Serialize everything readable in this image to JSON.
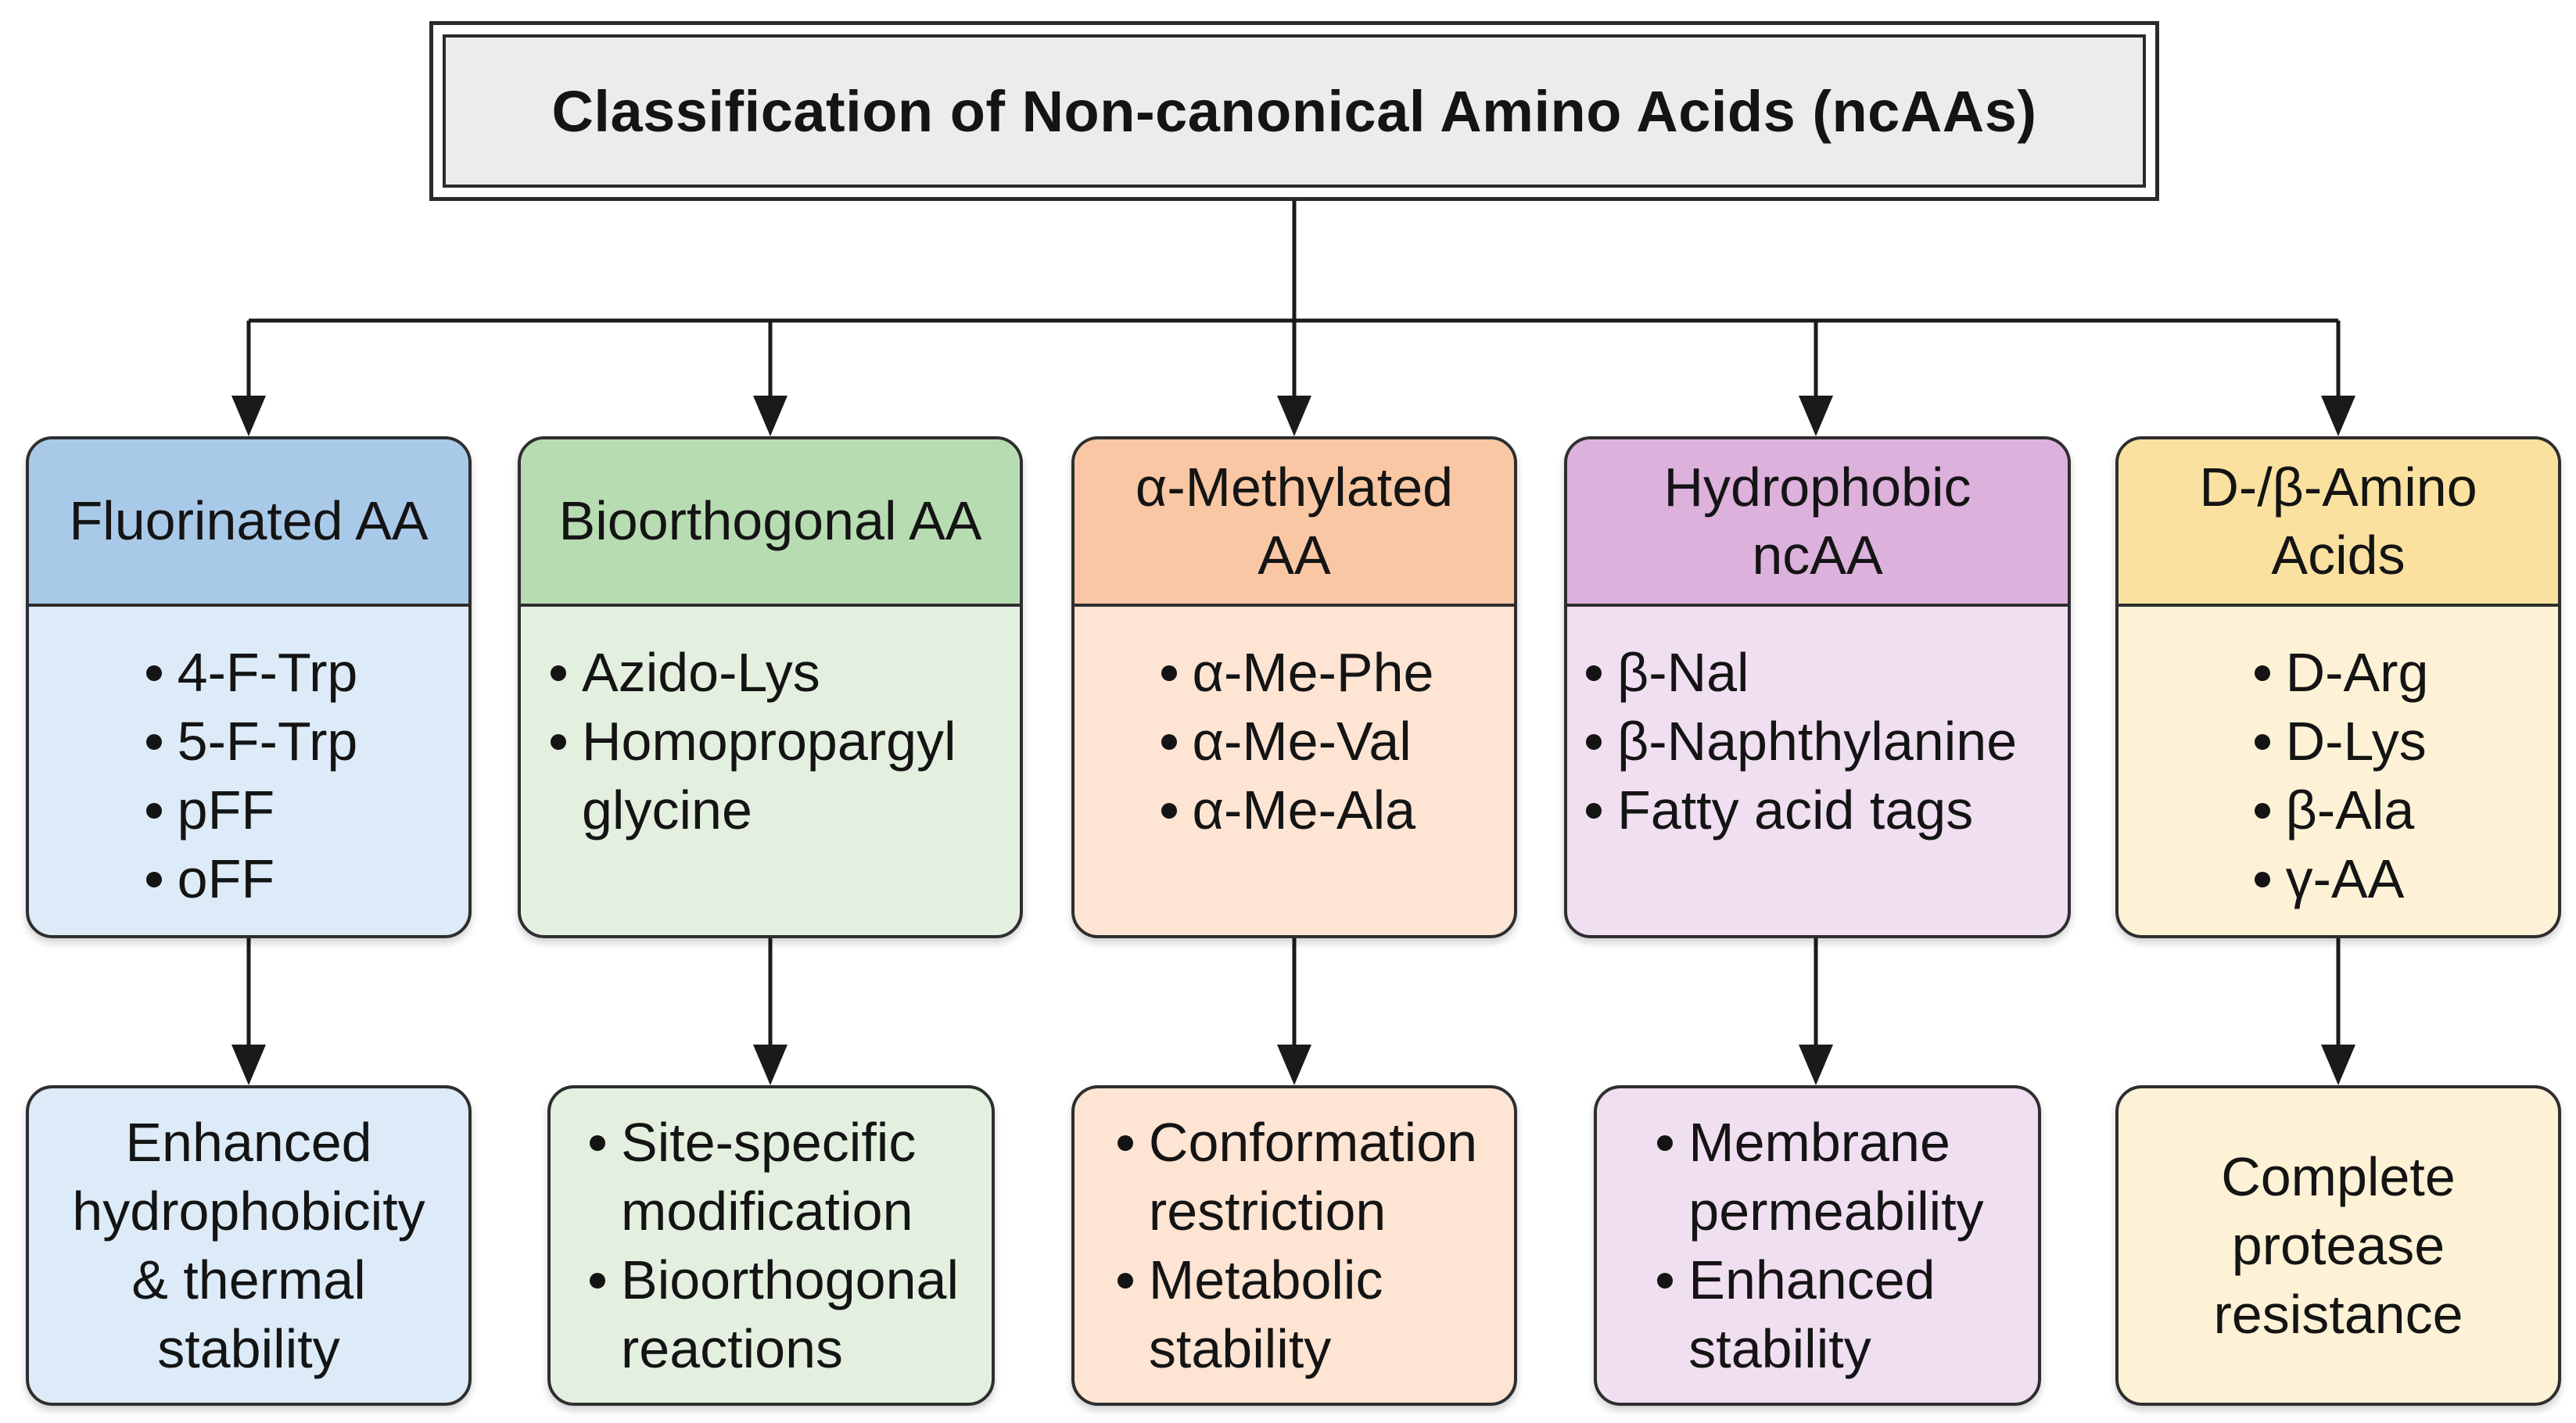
{
  "title": "Classification of Non-canonical Amino Acids (ncAAs)",
  "colors": {
    "line": "#1a1a1a",
    "blue_head": "#a9c9e8",
    "blue_fill": "#dcebf7",
    "green_head": "#b8dcb2",
    "green_fill": "#e3f0e0",
    "orange_head": "#f9c7a3",
    "orange_fill": "#fde4d3",
    "purple_head": "#dcb1dc",
    "purple_fill": "#f0def1",
    "yellow_head": "#fbe1a0",
    "yellow_fill": "#fdf2d6"
  },
  "categories": [
    {
      "title_lines": [
        "Fluorinated AA"
      ],
      "items": [
        "4-F-Trp",
        "5-F-Trp",
        "pFF",
        "oFF"
      ],
      "outcome": {
        "lines": [
          "Enhanced",
          "hydrophobicity",
          "& thermal",
          "stability"
        ]
      }
    },
    {
      "title_lines": [
        "Bioorthogonal AA"
      ],
      "items": [
        [
          "Azido-Lys"
        ],
        [
          "Homopropargyl",
          "glycine"
        ]
      ],
      "outcome": {
        "bullets": [
          [
            "Site-specific",
            "modification"
          ],
          [
            "Bioorthogonal",
            "reactions"
          ]
        ]
      }
    },
    {
      "title_lines": [
        "α-Methylated",
        "AA"
      ],
      "items": [
        "α-Me-Phe",
        "α-Me-Val",
        "α-Me-Ala"
      ],
      "outcome": {
        "bullets": [
          [
            "Conformation",
            "restriction"
          ],
          [
            "Metabolic",
            "stability"
          ]
        ]
      }
    },
    {
      "title_lines": [
        "Hydrophobic",
        "ncAA"
      ],
      "items": [
        "β-Nal",
        "β-Naphthylanine",
        "Fatty acid tags"
      ],
      "outcome": {
        "bullets": [
          [
            "Membrane",
            "permeability"
          ],
          [
            "Enhanced",
            "stability"
          ]
        ]
      }
    },
    {
      "title_lines": [
        "D-/β-Amino",
        "Acids"
      ],
      "items": [
        "D-Arg",
        "D-Lys",
        "β-Ala",
        "γ-AA"
      ],
      "outcome": {
        "lines": [
          "Complete",
          "protease",
          "resistance"
        ]
      }
    }
  ]
}
